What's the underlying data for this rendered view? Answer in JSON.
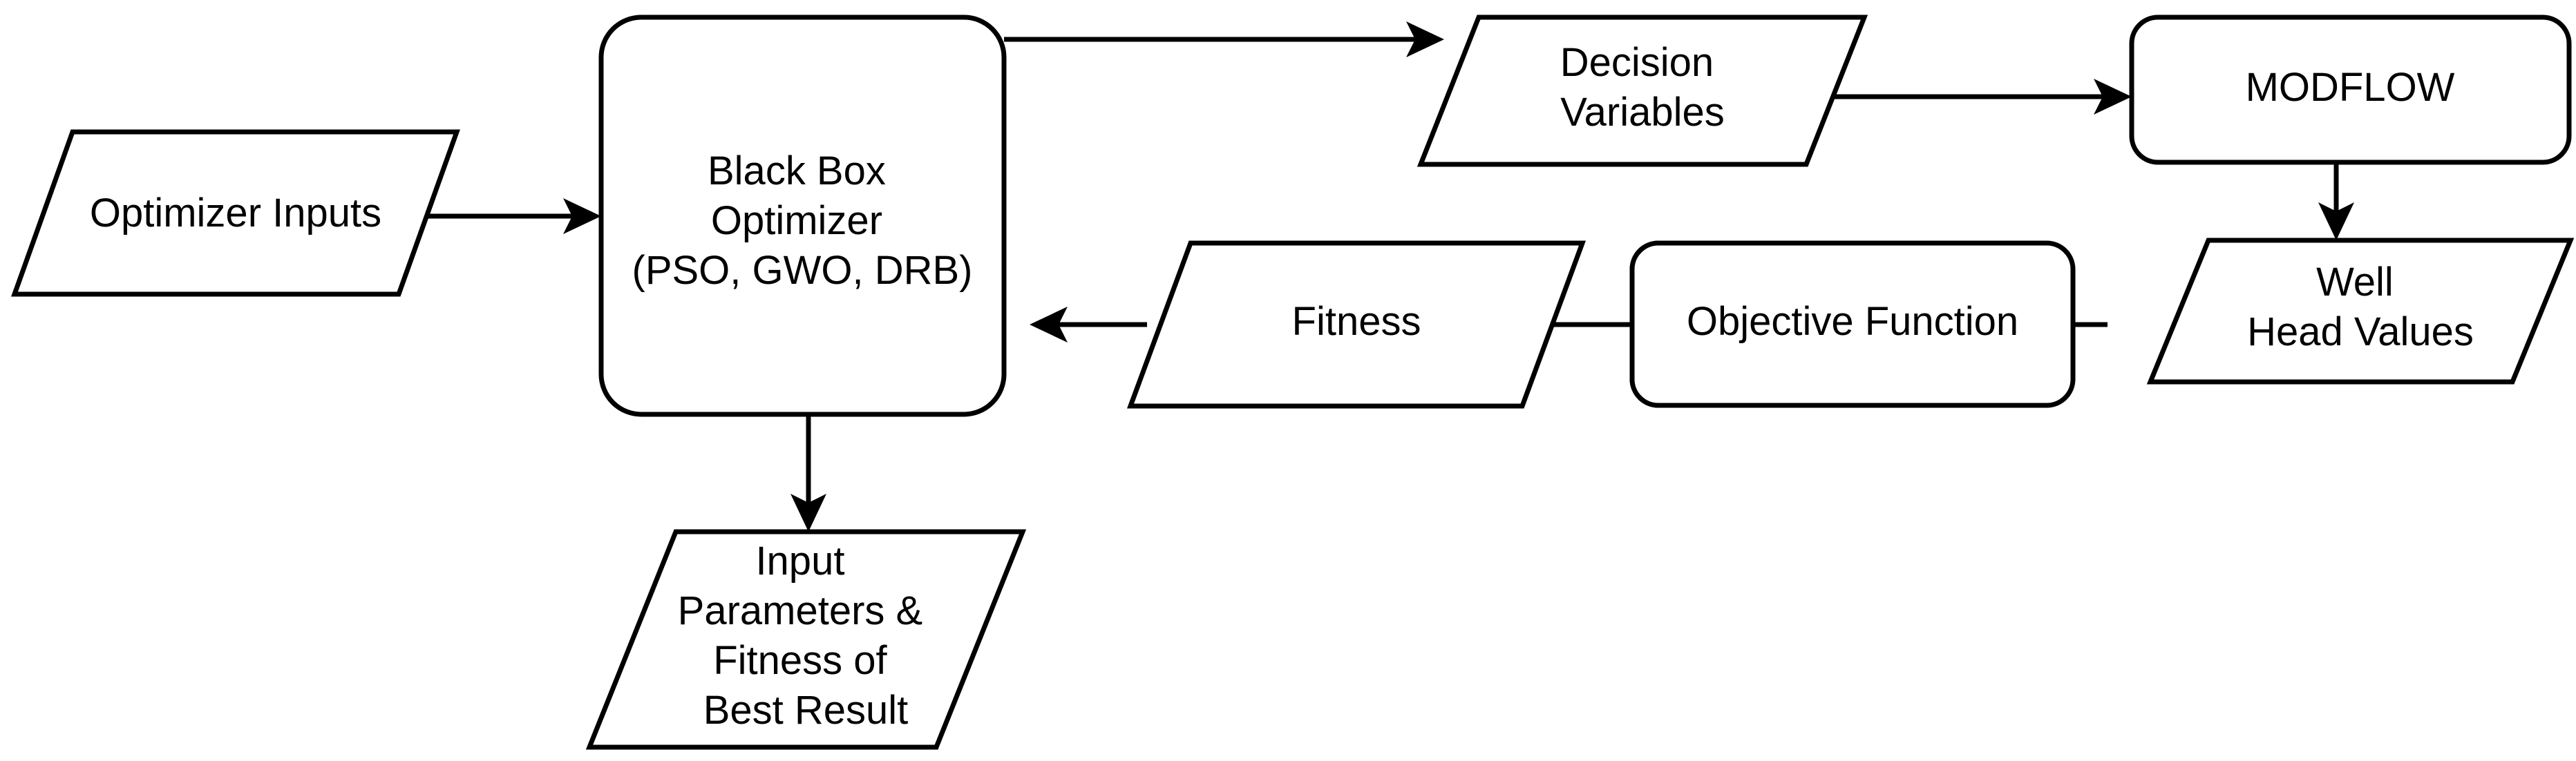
{
  "diagram": {
    "title": "Black Box Optimizer Workflow with MODFLOW",
    "type": "flowchart",
    "background_color": "#ffffff",
    "line_color": "#000000",
    "fill_color": "#ffffff",
    "nodes": [
      {
        "id": "optimizer-inputs",
        "shape": "parallelogram",
        "label": "Optimizer Inputs",
        "lines": [
          "Optimizer Inputs"
        ]
      },
      {
        "id": "black-box-optimizer",
        "shape": "rounded-rectangle",
        "label": "Black Box Optimizer (PSO, GWO, DRB)",
        "lines": [
          "Black Box",
          "Optimizer",
          "(PSO, GWO, DRB)"
        ]
      },
      {
        "id": "decision-variables",
        "shape": "parallelogram",
        "label": "Decision Variables",
        "lines": [
          "Decision",
          "Variables"
        ]
      },
      {
        "id": "modflow",
        "shape": "rounded-rectangle",
        "label": "MODFLOW",
        "lines": [
          "MODFLOW"
        ]
      },
      {
        "id": "well-head-values",
        "shape": "parallelogram",
        "label": "Well Head Values",
        "lines": [
          "Well",
          "Head Values"
        ]
      },
      {
        "id": "objective-function",
        "shape": "rounded-rectangle",
        "label": "Objective Function",
        "lines": [
          "Objective Function"
        ]
      },
      {
        "id": "fitness",
        "shape": "parallelogram",
        "label": "Fitness",
        "lines": [
          "Fitness"
        ]
      },
      {
        "id": "input-parameters-best-result",
        "shape": "parallelogram",
        "label": "Input Parameters & Fitness of Best Result",
        "lines": [
          "Input",
          "Parameters &",
          "Fitness of",
          "Best Result"
        ]
      }
    ],
    "edges": [
      {
        "id": "e1",
        "from": "optimizer-inputs",
        "to": "black-box-optimizer",
        "direction": "right"
      },
      {
        "id": "e2",
        "from": "black-box-optimizer",
        "to": "decision-variables",
        "direction": "right"
      },
      {
        "id": "e3",
        "from": "decision-variables",
        "to": "modflow",
        "direction": "right"
      },
      {
        "id": "e4",
        "from": "modflow",
        "to": "well-head-values",
        "direction": "down"
      },
      {
        "id": "e5",
        "from": "well-head-values",
        "to": "objective-function",
        "direction": "left"
      },
      {
        "id": "e6",
        "from": "objective-function",
        "to": "fitness",
        "direction": "left"
      },
      {
        "id": "e7",
        "from": "fitness",
        "to": "black-box-optimizer",
        "direction": "left"
      },
      {
        "id": "e8",
        "from": "black-box-optimizer",
        "to": "input-parameters-best-result",
        "direction": "down"
      }
    ]
  }
}
